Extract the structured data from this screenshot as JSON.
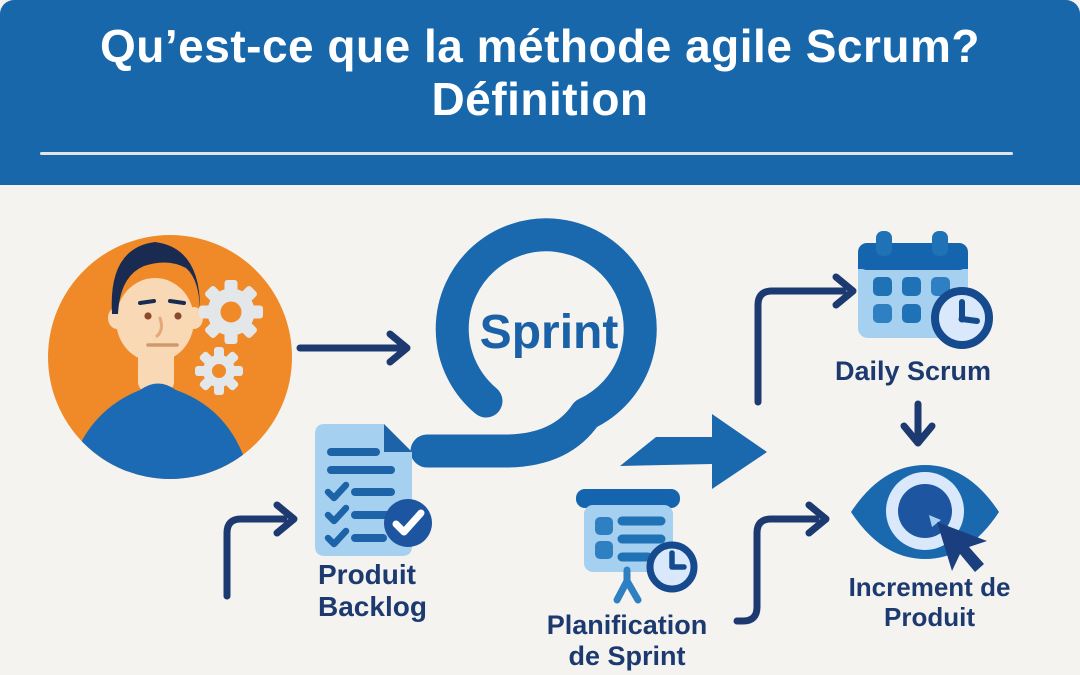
{
  "header": {
    "title_line1": "Qu’est-ce que la méthode agile Scrum?",
    "title_line2": "Définition"
  },
  "diagram": {
    "sprint_label": "Sprint",
    "backlog": {
      "line1": "Produit",
      "line2": "Backlog"
    },
    "planning": {
      "line1": "Planification",
      "line2": "de Sprint"
    },
    "daily": {
      "label": "Daily Scrum"
    },
    "increment": {
      "line1": "Increment de",
      "line2": "Produit"
    }
  },
  "icons": [
    "product-owner-avatar",
    "gears-icon",
    "sprint-loop-icon",
    "big-flow-arrow-icon",
    "backlog-document-icon",
    "check-circle-icon",
    "planning-board-icon",
    "planning-clock-icon",
    "calendar-icon",
    "calendar-clock-icon",
    "eye-icon",
    "cursor-icon",
    "flow-arrow"
  ],
  "colors": {
    "header_bg": "#1767aa",
    "body_bg": "#f4f3f0",
    "divider": "#e4e4e6",
    "navy": "#1d3a70",
    "blue": "#1a68ae",
    "med_blue": "#1f72b5",
    "sq_blue": "#2e80c2",
    "deep_blue": "#1d55a0",
    "light_blue": "#a5d0f0",
    "pale_blue": "#d9e9fb",
    "line_blue": "#1c63a8",
    "clock_navy": "#164a8f",
    "cal_blue": "#1565ae",
    "orange": "#f08a28",
    "gear_gray": "#e4e7ea",
    "skin": "#f8d8b5",
    "hair": "#1a2b52",
    "shirt": "#1b6ab3",
    "cursor": "#1b3f7e",
    "sprint_text": "#1a61a8"
  }
}
